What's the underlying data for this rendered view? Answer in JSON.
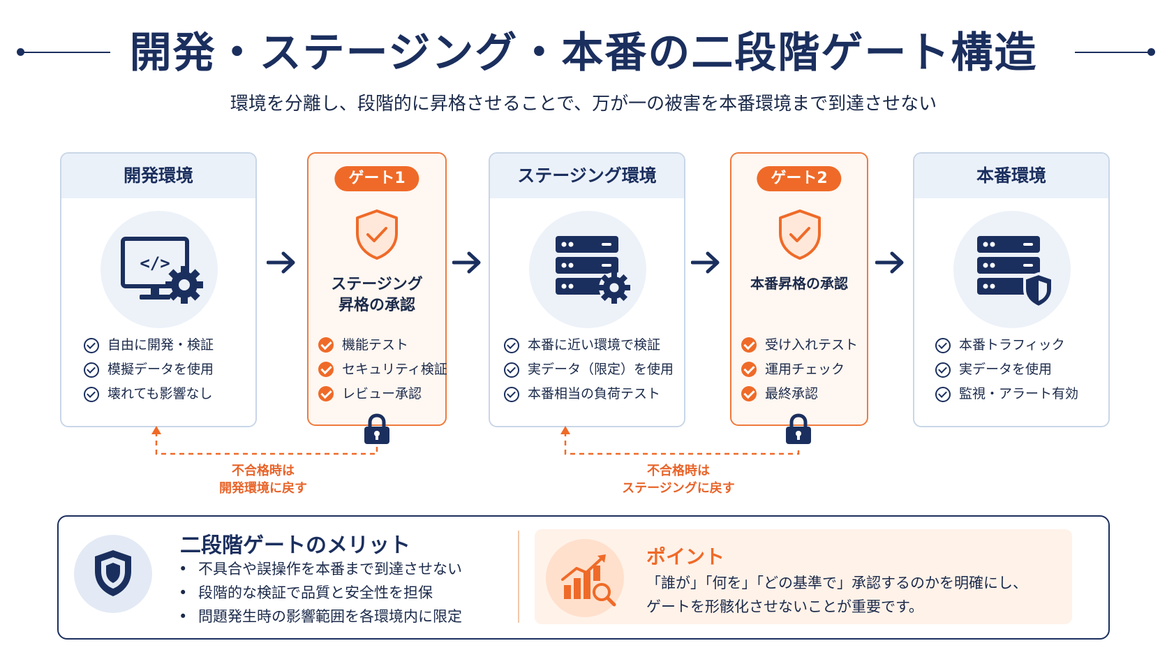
{
  "title": "開発・ステージング・本番の二段階ゲート構造",
  "subtitle": "環境を分離し、段階的に昇格させることで、万が一の被害を本番環境まで到達させない",
  "dev": {
    "header": "開発環境",
    "items": [
      "自由に開発・検証",
      "模擬データを使用",
      "壊れても影響なし"
    ]
  },
  "gate1": {
    "pill": "ゲート1",
    "title_line1": "ステージング",
    "title_line2": "昇格の承認",
    "items": [
      "機能テスト",
      "セキュリティ検証",
      "レビュー承認"
    ]
  },
  "staging": {
    "header": "ステージング環境",
    "items": [
      "本番に近い環境で検証",
      "実データ（限定）を使用",
      "本番相当の負荷テスト"
    ]
  },
  "gate2": {
    "pill": "ゲート2",
    "title": "本番昇格の承認",
    "items": [
      "受け入れテスト",
      "運用チェック",
      "最終承認"
    ]
  },
  "prod": {
    "header": "本番環境",
    "items": [
      "本番トラフィック",
      "実データを使用",
      "監視・アラート有効"
    ]
  },
  "fallback1": {
    "line1": "不合格時は",
    "line2": "開発環境に戻す"
  },
  "fallback2": {
    "line1": "不合格時は",
    "line2": "ステージングに戻す"
  },
  "merits": {
    "title": "二段階ゲートのメリット",
    "items": [
      "不具合や誤操作を本番まで到達させない",
      "段階的な検証で品質と安全性を担保",
      "問題発生時の影響範囲を各環境内に限定"
    ]
  },
  "point": {
    "title": "ポイント",
    "line1": "「誰が」「何を」「どの基準で」承認するのかを明確にし、",
    "line2": "ゲートを形骸化させないことが重要です。"
  },
  "colors": {
    "navy": "#1b2f5e",
    "orange": "#ef6a28",
    "card_header": "#ebf1f9",
    "gate_bg": "#fff7f1"
  },
  "icons": [
    "monitor-code-gear-icon",
    "shield-check-icon",
    "server-gear-icon",
    "server-shield-icon",
    "padlock-icon",
    "arrow-right-icon",
    "growth-chart-magnifier-icon"
  ]
}
